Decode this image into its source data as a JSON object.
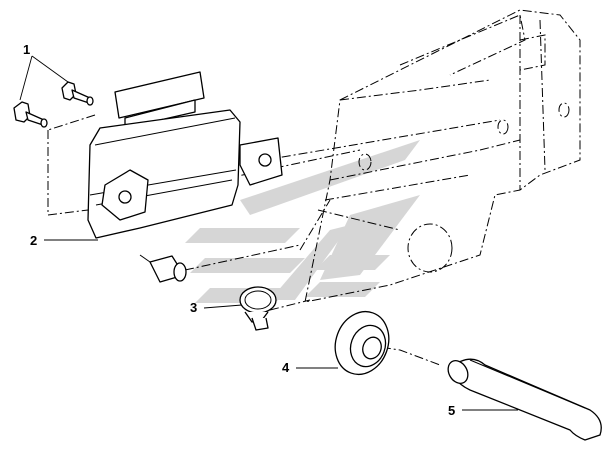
{
  "callouts": [
    {
      "id": "1",
      "label": "1"
    },
    {
      "id": "2",
      "label": "2"
    },
    {
      "id": "3",
      "label": "3"
    },
    {
      "id": "4",
      "label": "4"
    },
    {
      "id": "5",
      "label": "5"
    }
  ],
  "colors": {
    "line": "#000000",
    "watermark": "#cfcfcf",
    "background": "#ffffff"
  }
}
